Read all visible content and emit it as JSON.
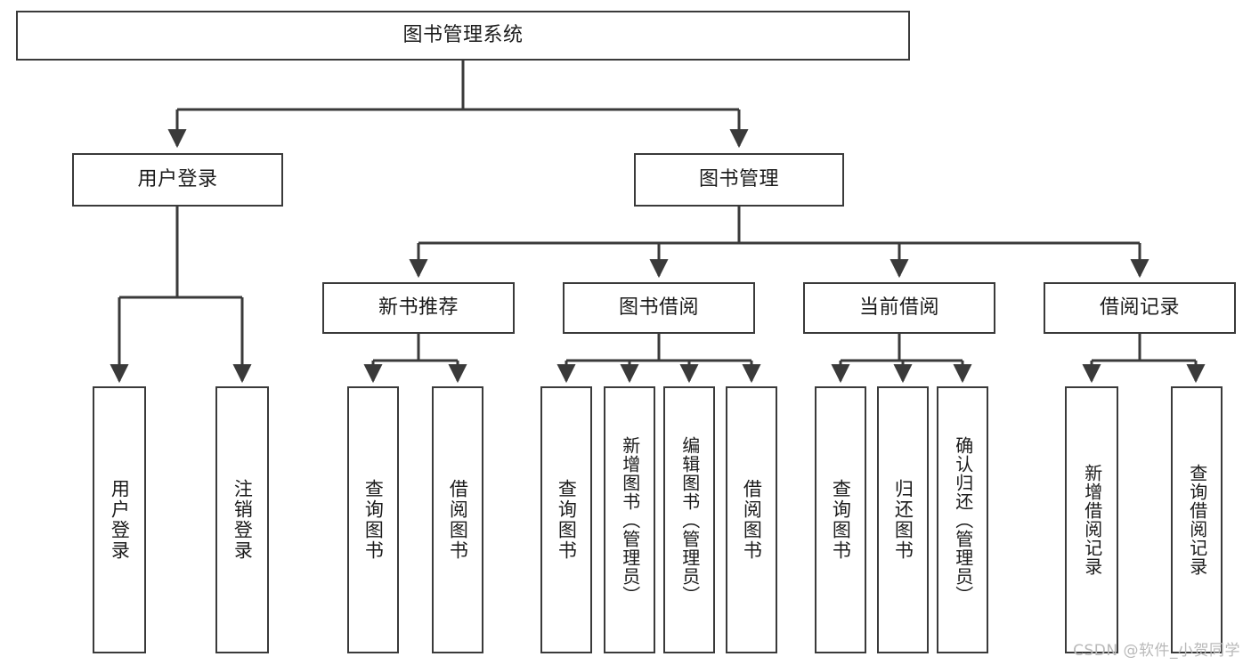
{
  "diagram": {
    "type": "tree-hierarchy-diagram",
    "title": "图书管理系统",
    "orientation": "top-down",
    "colors": {
      "box_border": "#3a3a3a",
      "box_fill": "#ffffff",
      "edge": "#3a3a3a",
      "text": "#1b1b1b",
      "watermark": "#b9b9b9",
      "background": "#ffffff"
    },
    "nodes": {
      "root": {
        "label": "图书管理系统",
        "level": 0
      },
      "level1": [
        {
          "id": "user-login",
          "label": "用户登录"
        },
        {
          "id": "book-manage",
          "label": "图书管理"
        }
      ],
      "level2": [
        {
          "id": "new-book-recommend",
          "label": "新书推荐",
          "parent": "book-manage"
        },
        {
          "id": "book-borrow",
          "label": "图书借阅",
          "parent": "book-manage"
        },
        {
          "id": "current-borrow",
          "label": "当前借阅",
          "parent": "book-manage"
        },
        {
          "id": "borrow-record",
          "label": "借阅记录",
          "parent": "book-manage"
        }
      ],
      "leaves": [
        {
          "id": "leaf-user-login",
          "label": "用户登录",
          "parent": "user-login"
        },
        {
          "id": "leaf-logout",
          "label": "注销登录",
          "parent": "user-login"
        },
        {
          "id": "leaf-query-book-1",
          "label": "查询图书",
          "parent": "new-book-recommend"
        },
        {
          "id": "leaf-borrow-book-1",
          "label": "借阅图书",
          "parent": "new-book-recommend"
        },
        {
          "id": "leaf-query-book-2",
          "label": "查询图书",
          "parent": "book-borrow"
        },
        {
          "id": "leaf-add-book",
          "label": "新增图书（管理员）",
          "parent": "book-borrow"
        },
        {
          "id": "leaf-edit-book",
          "label": "编辑图书（管理员）",
          "parent": "book-borrow"
        },
        {
          "id": "leaf-borrow-book-2",
          "label": "借阅图书",
          "parent": "book-borrow"
        },
        {
          "id": "leaf-query-book-3",
          "label": "查询图书",
          "parent": "current-borrow"
        },
        {
          "id": "leaf-return-book",
          "label": "归还图书",
          "parent": "current-borrow"
        },
        {
          "id": "leaf-confirm-return",
          "label": "确认归还（管理员）",
          "parent": "current-borrow"
        },
        {
          "id": "leaf-add-record",
          "label": "新增借阅记录",
          "parent": "borrow-record"
        },
        {
          "id": "leaf-query-record",
          "label": "查询借阅记录",
          "parent": "borrow-record"
        }
      ]
    }
  },
  "watermark": {
    "text": "CSDN @软件_小贺同学"
  }
}
